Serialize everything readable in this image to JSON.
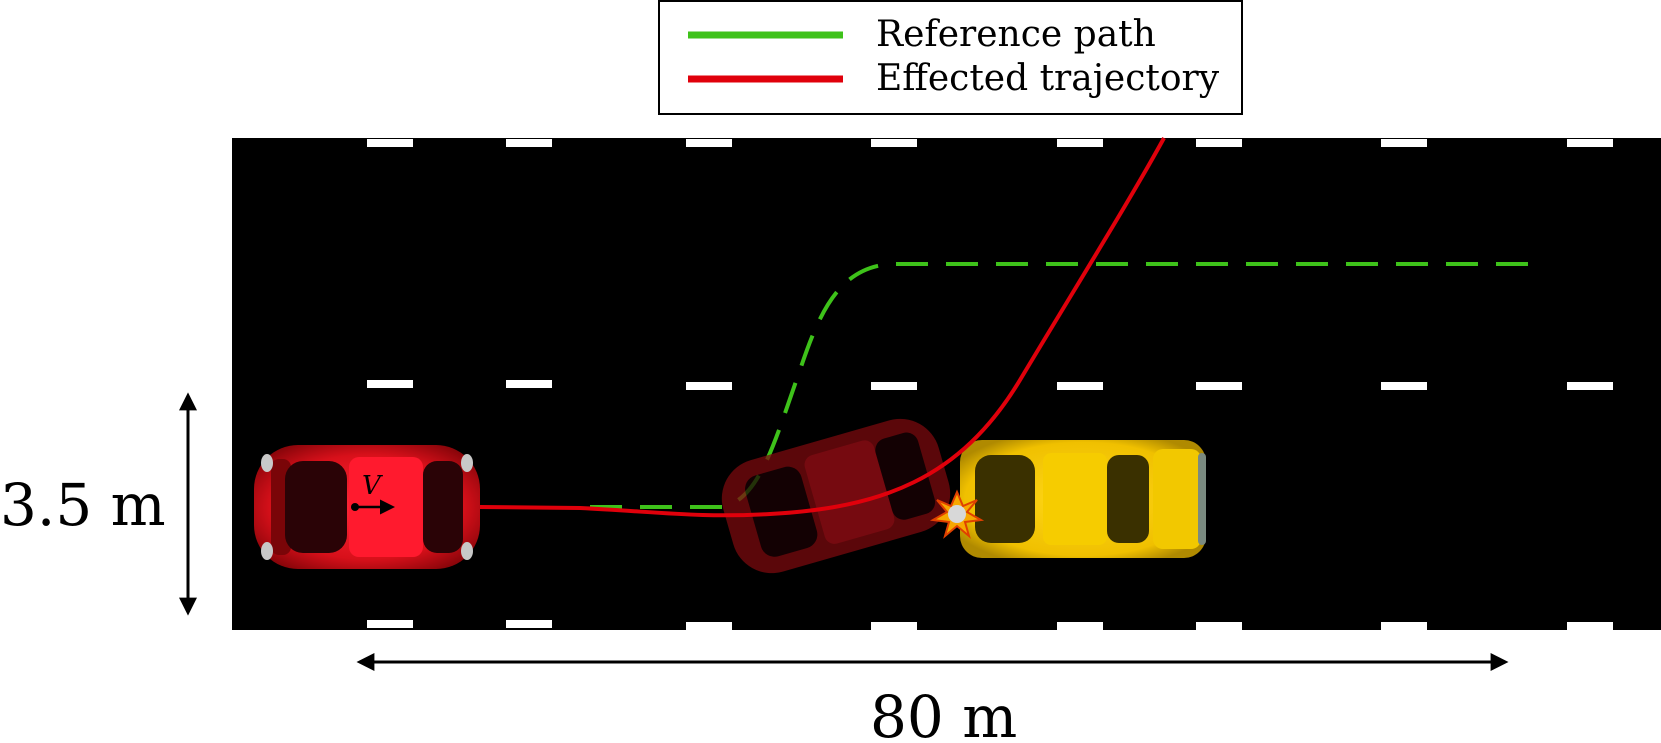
{
  "legend": {
    "items": [
      {
        "label": "Reference path",
        "color": "#3ec21a"
      },
      {
        "label": "Effected trajectory",
        "color": "#e0000b"
      }
    ]
  },
  "dimensions": {
    "lane_width": "3.5 m",
    "length": "80 m"
  },
  "ego_vehicle": {
    "velocity_label": "V",
    "color": "#e0101c"
  },
  "obstacle_vehicle": {
    "color": "#f2c400"
  },
  "ghost_vehicle": {
    "color": "#7a0a0e"
  },
  "road": {
    "surface_color": "#000000",
    "marking_color": "#ffffff"
  }
}
